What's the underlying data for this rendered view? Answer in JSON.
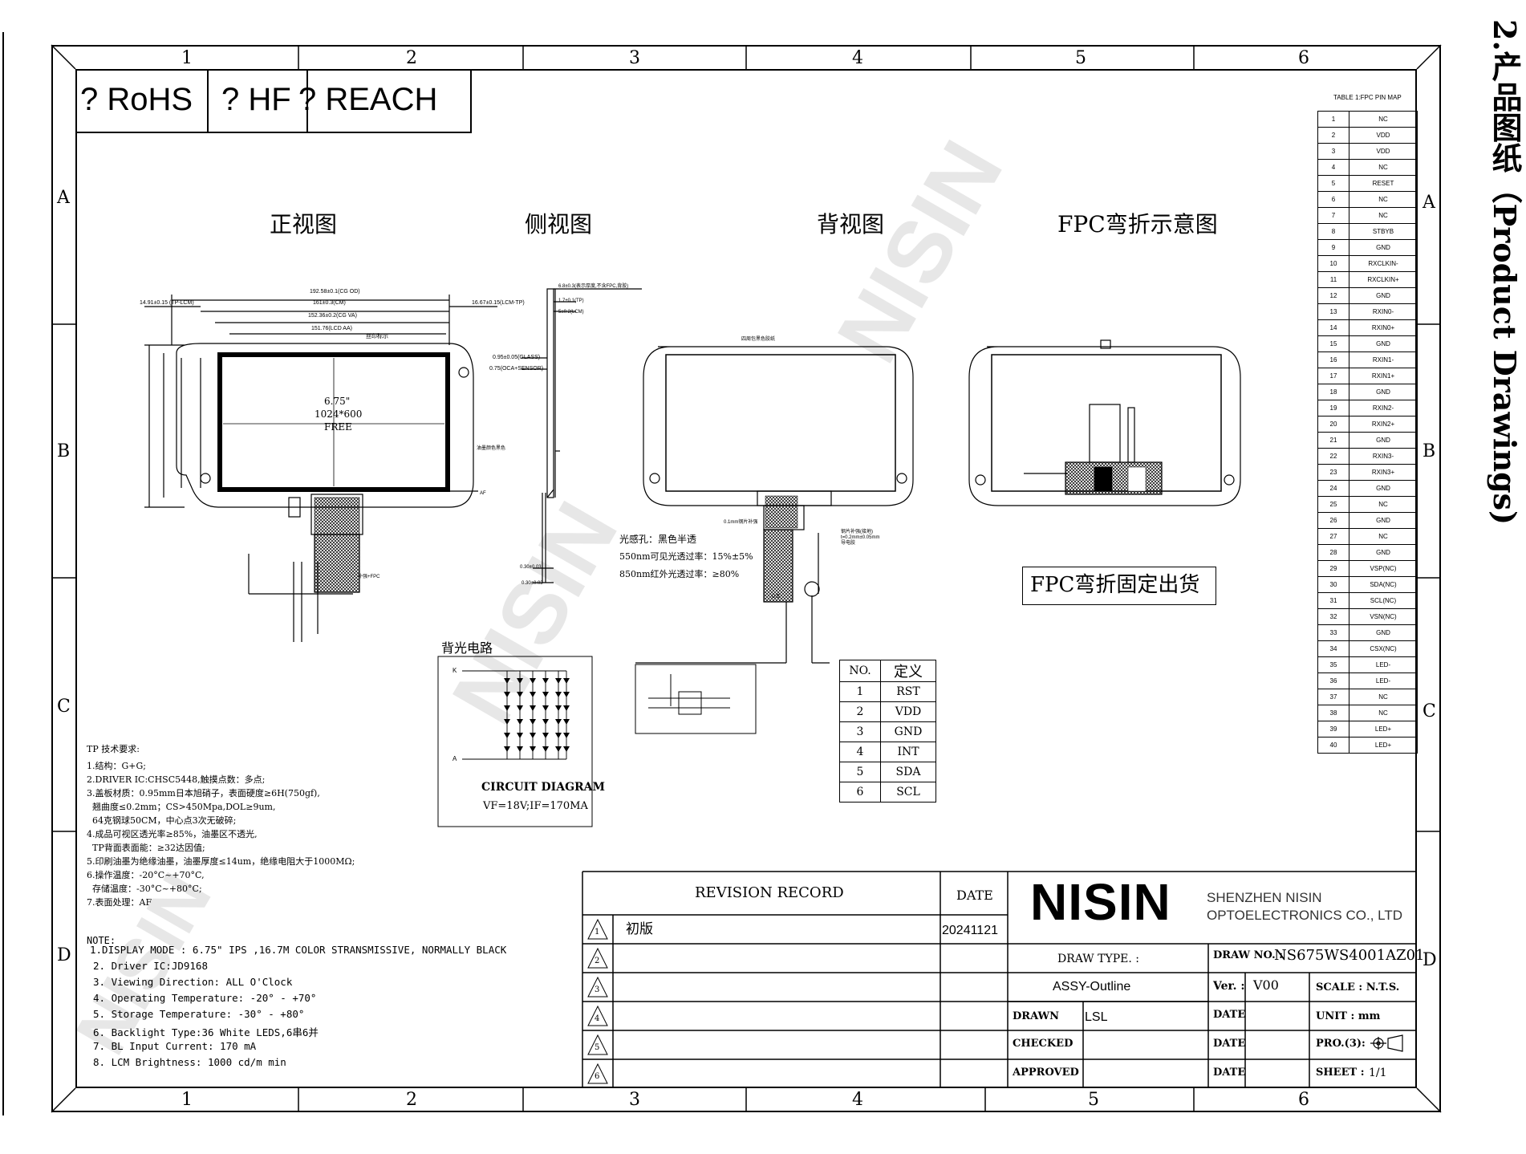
{
  "header": {
    "rohs": "? RoHS",
    "hf": "? HF",
    "reach": "? REACH",
    "side_title": "2.产品图纸（Product Drawings)"
  },
  "grid": {
    "cols": [
      "1",
      "2",
      "3",
      "4",
      "5",
      "6"
    ],
    "rows": [
      "A",
      "B",
      "C",
      "D"
    ]
  },
  "views": {
    "front": "正视图",
    "side": "侧视图",
    "back": "背视图",
    "fpc": "FPC弯折示意图"
  },
  "front_view": {
    "size": "6.75\"",
    "resolution": "1024*600",
    "free": "FREE",
    "dim_cg_od": "192.58±0.1(CG OD)",
    "dim_cm": "161±0.3(CM)",
    "dim_cg_va": "152.36±0.2(CG VA)",
    "dim_lcd_aa": "151.76(LCD AA)",
    "dim_left": "14.91±0.15 (TP-LCM)",
    "dim_right": "16.67±0.15(LCM-TP)",
    "silkscreen": "丝印标示",
    "ink_color": "油墨颜色黑色",
    "af": "AF",
    "fpc_label": "补强+FPC"
  },
  "side_view": {
    "thickness_1": "6.8±0.3(表示厚度,不含FPC,背胶)",
    "thickness_tp": "1.7±0.1(TP)",
    "thickness_cm": "5±0.2(LCM)",
    "glass": "0.95±0.05(GLASS)",
    "oca": "0.75(OCA+SENSOR)",
    "fpc_t1": "0.30±0.03",
    "fpc_t2": "0.30±0.03"
  },
  "back_view": {
    "label_top": "四周包黑色胶纸",
    "light_hole": "光感孔：黑色半透",
    "visible_rate": "550nm可见光透过率：15%±5%",
    "ir_rate": "850nm红外光透过率：≥80%",
    "stiffener": "0.1mm钢片补强",
    "conductive": "钢片补强(接地)\nt=0.2mm±0.05mm\n导电胶",
    "dim_05": "0.5"
  },
  "fpc_bent": {
    "shipping_note": "FPC弯折固定出货"
  },
  "pin_table": {
    "title": "TABLE 1:FPC PIN MAP",
    "pins": [
      [
        "1",
        "NC"
      ],
      [
        "2",
        "VDD"
      ],
      [
        "3",
        "VDD"
      ],
      [
        "4",
        "NC"
      ],
      [
        "5",
        "RESET"
      ],
      [
        "6",
        "NC"
      ],
      [
        "7",
        "NC"
      ],
      [
        "8",
        "STBYB"
      ],
      [
        "9",
        "GND"
      ],
      [
        "10",
        "RXCLKIN-"
      ],
      [
        "11",
        "RXCLKIN+"
      ],
      [
        "12",
        "GND"
      ],
      [
        "13",
        "RXIN0-"
      ],
      [
        "14",
        "RXIN0+"
      ],
      [
        "15",
        "GND"
      ],
      [
        "16",
        "RXIN1-"
      ],
      [
        "17",
        "RXIN1+"
      ],
      [
        "18",
        "GND"
      ],
      [
        "19",
        "RXIN2-"
      ],
      [
        "20",
        "RXIN2+"
      ],
      [
        "21",
        "GND"
      ],
      [
        "22",
        "RXIN3-"
      ],
      [
        "23",
        "RXIN3+"
      ],
      [
        "24",
        "GND"
      ],
      [
        "25",
        "NC"
      ],
      [
        "26",
        "GND"
      ],
      [
        "27",
        "NC"
      ],
      [
        "28",
        "GND"
      ],
      [
        "29",
        "VSP(NC)"
      ],
      [
        "30",
        "SDA(NC)"
      ],
      [
        "31",
        "SCL(NC)"
      ],
      [
        "32",
        "VSN(NC)"
      ],
      [
        "33",
        "GND"
      ],
      [
        "34",
        "CSX(NC)"
      ],
      [
        "35",
        "LED-"
      ],
      [
        "36",
        "LED-"
      ],
      [
        "37",
        "NC"
      ],
      [
        "38",
        "NC"
      ],
      [
        "39",
        "LED+"
      ],
      [
        "40",
        "LED+"
      ]
    ]
  },
  "connector_table": {
    "header_no": "NO.",
    "header_def": "定义",
    "rows": [
      [
        "1",
        "RST"
      ],
      [
        "2",
        "VDD"
      ],
      [
        "3",
        "GND"
      ],
      [
        "4",
        "INT"
      ],
      [
        "5",
        "SDA"
      ],
      [
        "6",
        "SCL"
      ]
    ]
  },
  "backlight": {
    "title": "背光电路",
    "k": "K",
    "a": "A",
    "diagram": "CIRCUIT DIAGRAM",
    "spec": "VF=18V;IF=170MA"
  },
  "tp_notes": {
    "title": "TP 技术要求:",
    "lines": [
      "1.结构：G+G;",
      "2.DRIVER IC:CHSC5448,触摸点数：多点;",
      "3.盖板材质：0.95mm日本旭硝子，表面硬度≥6H(750gf),",
      "  翘曲度≤0.2mm；CS>450Mpa,DOL≥9um,",
      "  64克钢球50CM，中心点3次无破碎;",
      "4.成品可视区透光率≥85%，油墨区不透光,",
      "  TP背面表面能：≥32达因值;",
      "5.印刷油墨为绝缘油墨，油墨厚度≤14um，绝缘电阻大于1000MΩ;",
      "6.操作温度：-20°C~+70°C,",
      "  存储温度：-30°C~+80°C;",
      "7.表面处理：AF"
    ]
  },
  "lcd_notes": {
    "title": "NOTE:",
    "lines": [
      "1.DISPLAY MODE : 6.75\" IPS ,16.7M COLOR STRANSMISSIVE, NORMALLY BLACK",
      "2. Driver IC:JD9168",
      "3. Viewing Direction: ALL O'Clock",
      "4. Operating Temperature: -20° - +70°",
      "5. Storage Temperature: -30° - +80°",
      "6. Backlight Type:36 White LEDS,6串6并",
      "7. BL Input Current: 170 mA",
      "8. LCM Brightness: 1000 cd/m min"
    ]
  },
  "revision": {
    "header": "REVISION  RECORD",
    "date_header": "DATE",
    "rows": [
      {
        "no": "1",
        "desc": "初版",
        "date": "20241121"
      },
      {
        "no": "2",
        "desc": "",
        "date": ""
      },
      {
        "no": "3",
        "desc": "",
        "date": ""
      },
      {
        "no": "4",
        "desc": "",
        "date": ""
      },
      {
        "no": "5",
        "desc": "",
        "date": ""
      },
      {
        "no": "6",
        "desc": "",
        "date": ""
      }
    ]
  },
  "title_block": {
    "logo": "NISIN",
    "company_line1": "SHENZHEN NISIN",
    "company_line2": "OPTOELECTRONICS CO., LTD",
    "draw_type_label": "DRAW TYPE. :",
    "draw_type": "ASSY-Outline",
    "draw_no_label": "DRAW NO. :",
    "draw_no": "NS675WS4001AZ01",
    "ver_label": "Ver. :",
    "ver": "V00",
    "scale_label": "SCALE : N.T.S.",
    "unit_label": "UNIT : mm",
    "pro_label": "PRO.(3):",
    "sheet_label": "SHEET :",
    "sheet": "1/1",
    "drawn_label": "DRAWN",
    "drawn": "LSL",
    "checked_label": "CHECKED",
    "approved_label": "APPROVED",
    "date_label": "DATE"
  },
  "watermark": "NISIN"
}
